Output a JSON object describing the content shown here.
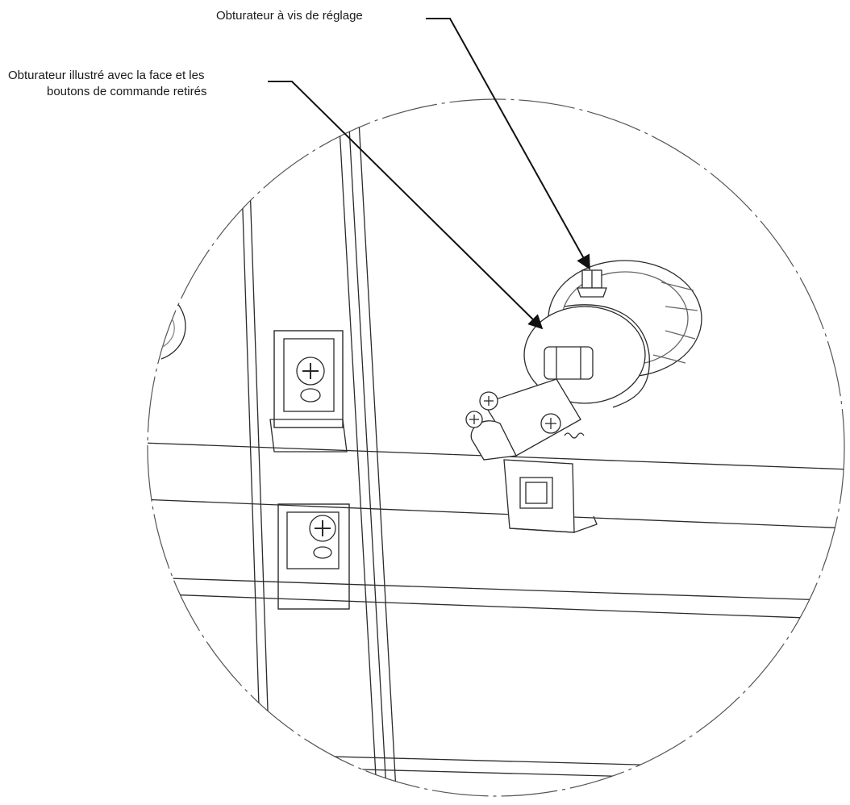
{
  "callouts": {
    "adjusting_screw": {
      "text": "Obturateur à vis de réglage"
    },
    "shutter_illustrated": {
      "line1": "Obturateur illustré avec la face et les",
      "line2": "boutons de commande retirés"
    }
  },
  "colors": {
    "ink": "#1a1a1a",
    "line": "#2b2b2b",
    "faint": "#7a7a7a",
    "paper": "#ffffff"
  }
}
